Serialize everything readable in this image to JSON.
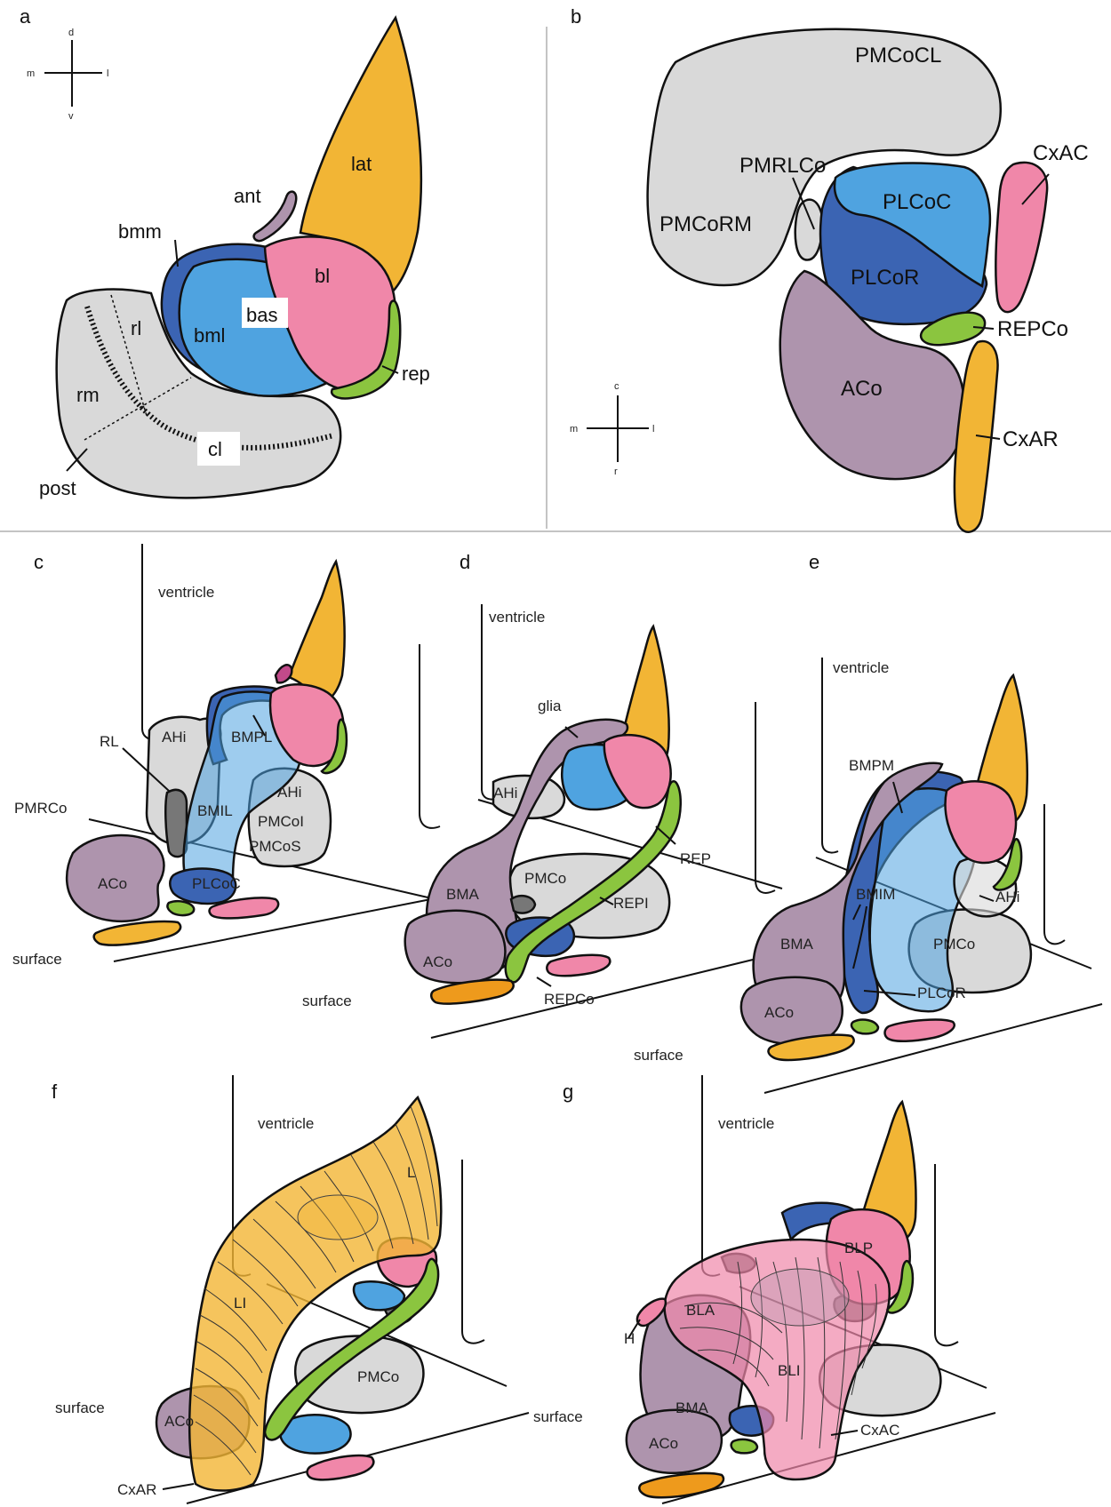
{
  "colors": {
    "orange": "#F2B535",
    "pink": "#F087A9",
    "light_blue": "#4FA3E0",
    "dark_blue": "#3B64B3",
    "mauve": "#AE94AD",
    "gray": "#D9D9D9",
    "green": "#8BC53F",
    "dark_orange": "#EE9A1C"
  },
  "panels": {
    "a": {
      "letter": "a",
      "orientation": {
        "d": "d",
        "v": "v",
        "m": "m",
        "l": "l"
      },
      "labels": {
        "lat": "lat",
        "ant": "ant",
        "bmm": "bmm",
        "bl": "bl",
        "bas": "bas",
        "bml": "bml",
        "rl": "rl",
        "rm": "rm",
        "rep": "rep",
        "cl": "cl",
        "post": "post"
      }
    },
    "b": {
      "letter": "b",
      "orientation": {
        "c": "c",
        "r": "r",
        "m": "m",
        "l": "l"
      },
      "labels": {
        "PMCoCL": "PMCoCL",
        "PMRLCo": "PMRLCo",
        "CxAC": "CxAC",
        "PLCoC": "PLCoC",
        "PMCoRM": "PMCoRM",
        "PLCoR": "PLCoR",
        "REPCo": "REPCo",
        "ACo": "ACo",
        "CxAR": "CxAR"
      }
    },
    "c": {
      "letter": "c",
      "labels": {
        "ventricle": "ventricle",
        "RL": "RL",
        "AHi": "AHi",
        "BMPL": "BMPL",
        "AHi2": "AHi",
        "PMRCo": "PMRCo",
        "BMIL": "BMIL",
        "PMCoI": "PMCoI",
        "PMCoS": "PMCoS",
        "ACo": "ACo",
        "PLCoC": "PLCoC",
        "surface": "surface"
      }
    },
    "d": {
      "letter": "d",
      "labels": {
        "ventricle": "ventricle",
        "glia": "glia",
        "AHi": "AHi",
        "REP": "REP",
        "PMCo": "PMCo",
        "BMA": "BMA",
        "REPI": "REPI",
        "ACo": "ACo",
        "REPCo": "REPCo",
        "surface": "surface"
      }
    },
    "e": {
      "letter": "e",
      "labels": {
        "ventricle": "ventricle",
        "BMPM": "BMPM",
        "BMIM": "BMIM",
        "AHi": "AHi",
        "BMA": "BMA",
        "PMCo": "PMCo",
        "ACo": "ACo",
        "PLCoR": "PLCoR",
        "surface": "surface"
      }
    },
    "f": {
      "letter": "f",
      "labels": {
        "ventricle": "ventricle",
        "L": "L",
        "LI": "LI",
        "PMCo": "PMCo",
        "surface": "surface",
        "ACo": "ACo",
        "CxAR": "CxAR"
      }
    },
    "g": {
      "letter": "g",
      "labels": {
        "ventricle": "ventricle",
        "BLP": "BLP",
        "BLA": "BLA",
        "H": "H",
        "BLI": "BLI",
        "BMA": "BMA",
        "surface": "surface",
        "ACo": "ACo",
        "CxAC": "CxAC"
      }
    }
  }
}
